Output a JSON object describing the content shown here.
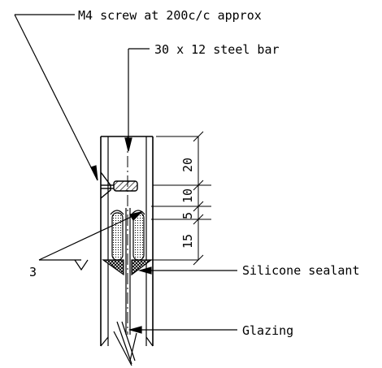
{
  "labels": {
    "screw": "M4 screw at 200c/c approx",
    "steel_bar": "30 x 12 steel bar",
    "sealant": "Silicone sealant",
    "glazing": "Glazing",
    "weld_size": "3"
  },
  "dimensions": {
    "d1": "20",
    "d2": "10",
    "d3": "5",
    "d4": "15"
  },
  "colors": {
    "ink": "#000000",
    "background": "#ffffff"
  }
}
